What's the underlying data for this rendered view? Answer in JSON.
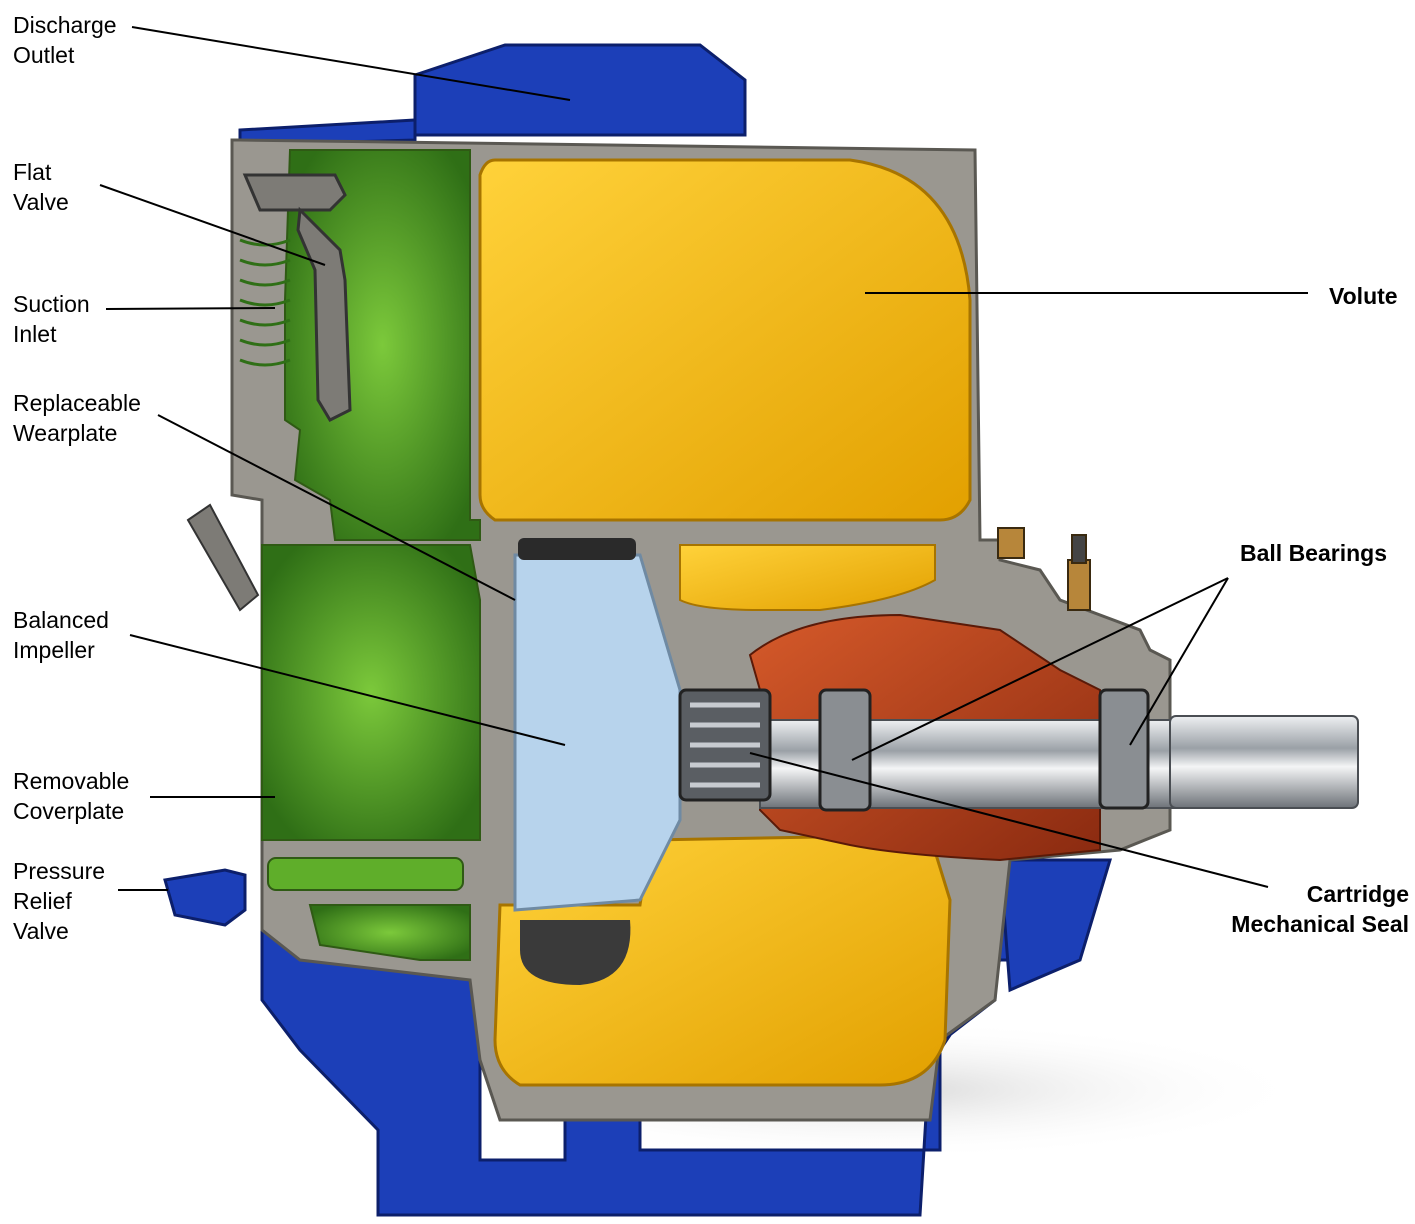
{
  "diagram": {
    "labels": {
      "discharge_outlet": [
        "Discharge",
        "Outlet"
      ],
      "flat_valve": [
        "Flat",
        "Valve"
      ],
      "suction_inlet": [
        "Suction",
        "Inlet"
      ],
      "replaceable_wearplate": [
        "Replaceable",
        "Wearplate"
      ],
      "balanced_impeller": [
        "Balanced",
        "Impeller"
      ],
      "removable_coverplate": [
        "Removable",
        "Coverplate"
      ],
      "pressure_relief_valve": [
        "Pressure",
        "Relief",
        "Valve"
      ],
      "volute": [
        "Volute"
      ],
      "ball_bearings": [
        "Ball Bearings"
      ],
      "cartridge_mechanical_seal": [
        "Cartridge",
        "Mechanical Seal"
      ]
    },
    "colors": {
      "casing_blue": "#1c3fb8",
      "section_gray": "#9a9790",
      "volute_yellow": "#f2b712",
      "suction_green": "#4f9a22",
      "impeller_lightblue": "#b7d3ec",
      "bearing_housing_red": "#b5401c",
      "shaft_silver": "#c9cbcf",
      "leader_line": "#000000"
    }
  }
}
